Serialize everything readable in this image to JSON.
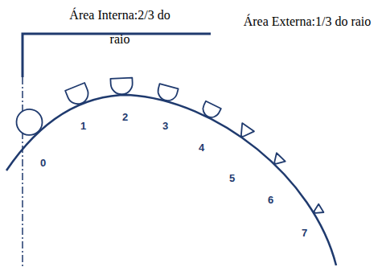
{
  "diagram": {
    "labels": [
      "Área Interna:2/3 do raio",
      "Área Externa:1/3 do raio",
      "0",
      "1",
      "2",
      "3",
      "4",
      "5",
      "6",
      "7"
    ]
  }
}
